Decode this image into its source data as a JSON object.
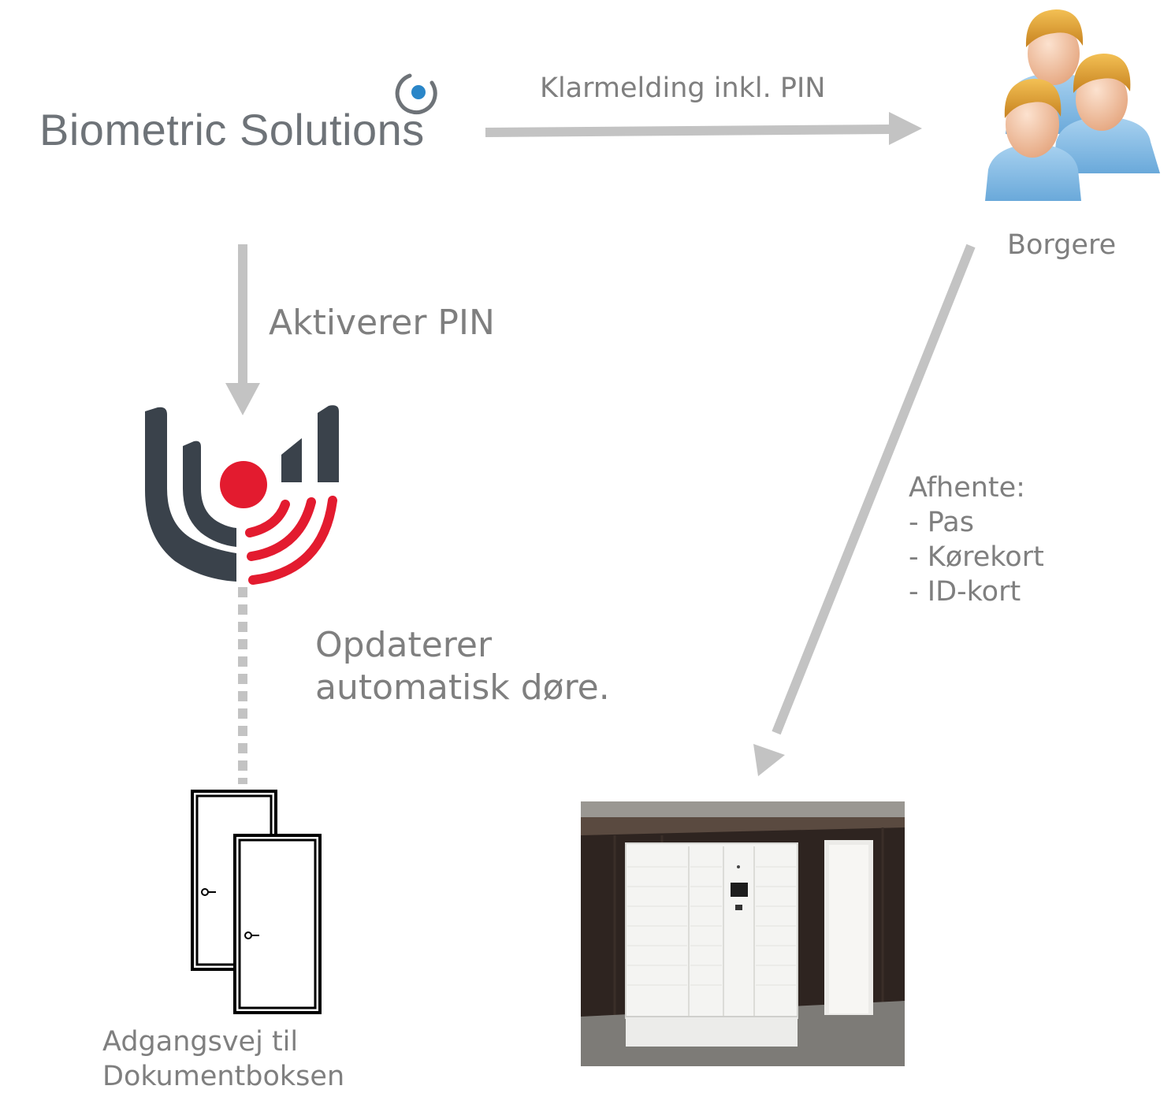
{
  "company": {
    "name": "Biometric Solutions"
  },
  "edges": {
    "klarmelding": "Klarmelding inkl. PIN",
    "aktiverer": "Aktiverer PIN",
    "opdaterer": "Opdaterer\nautomatisk døre.",
    "afhente": "Afhente:\n- Pas\n- Kørekort\n- ID-kort"
  },
  "nodes": {
    "borgere": "Borgere",
    "doors": "Adgangsvej til\nDokumentboksen"
  },
  "colors": {
    "arrow": "#c3c3c3",
    "label": "#7f7f7f",
    "logo_dark": "#3a424b",
    "logo_red": "#e31b2f",
    "eye_blue": "#2a86c8"
  }
}
